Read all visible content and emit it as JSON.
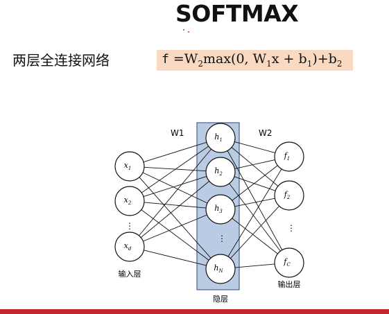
{
  "title": "SOFTMAX",
  "subtitle": "两层全连接网络",
  "formula": {
    "f": "f",
    "eq": "=W",
    "sub1": "2",
    "mid": "max(0, W",
    "sub2": "1",
    "mid2": "x + b",
    "sub3": "1",
    "tail": ")+b",
    "sub4": "2"
  },
  "network": {
    "w1_label": "W1",
    "w2_label": "W2",
    "input_label": "输入层",
    "hidden_label": "隐层",
    "output_label": "输出层",
    "ellipsis": "⋮",
    "input_nodes": [
      {
        "base": "x",
        "sub": "1"
      },
      {
        "base": "x",
        "sub": "2"
      },
      {
        "base": "x",
        "sub": "d"
      }
    ],
    "hidden_nodes": [
      {
        "base": "h",
        "sub": "1"
      },
      {
        "base": "h",
        "sub": "2"
      },
      {
        "base": "h",
        "sub": "3"
      },
      {
        "base": "h",
        "sub": "N"
      }
    ],
    "output_nodes": [
      {
        "base": "f",
        "sub": "1"
      },
      {
        "base": "f",
        "sub": "2"
      },
      {
        "base": "f",
        "sub": "C"
      }
    ]
  },
  "colors": {
    "formula_bg": "#fad9c2",
    "hidden_layer_bg": "#b9cce4",
    "bottom_bar": "#c1272d"
  }
}
